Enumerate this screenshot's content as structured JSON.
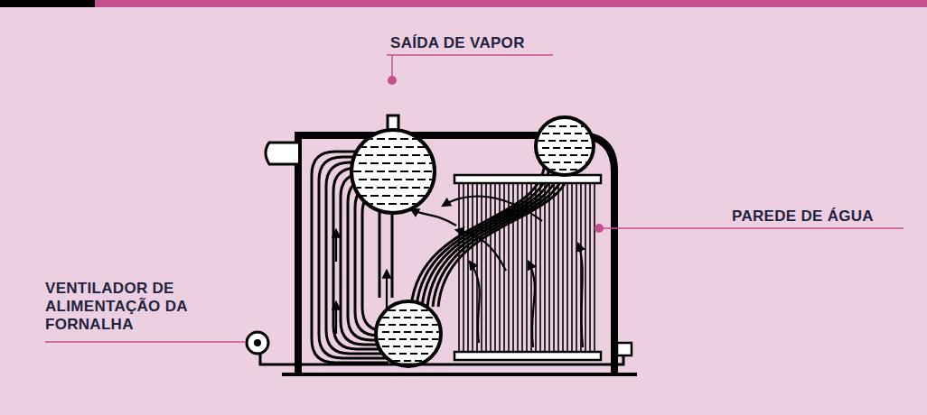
{
  "diagram": {
    "labels": [
      "SAÍDA DE VAPOR",
      "PAREDE DE ÁGUA",
      "VENTILADOR DE ALIMENTAÇÃO DA FORNALHA"
    ]
  }
}
